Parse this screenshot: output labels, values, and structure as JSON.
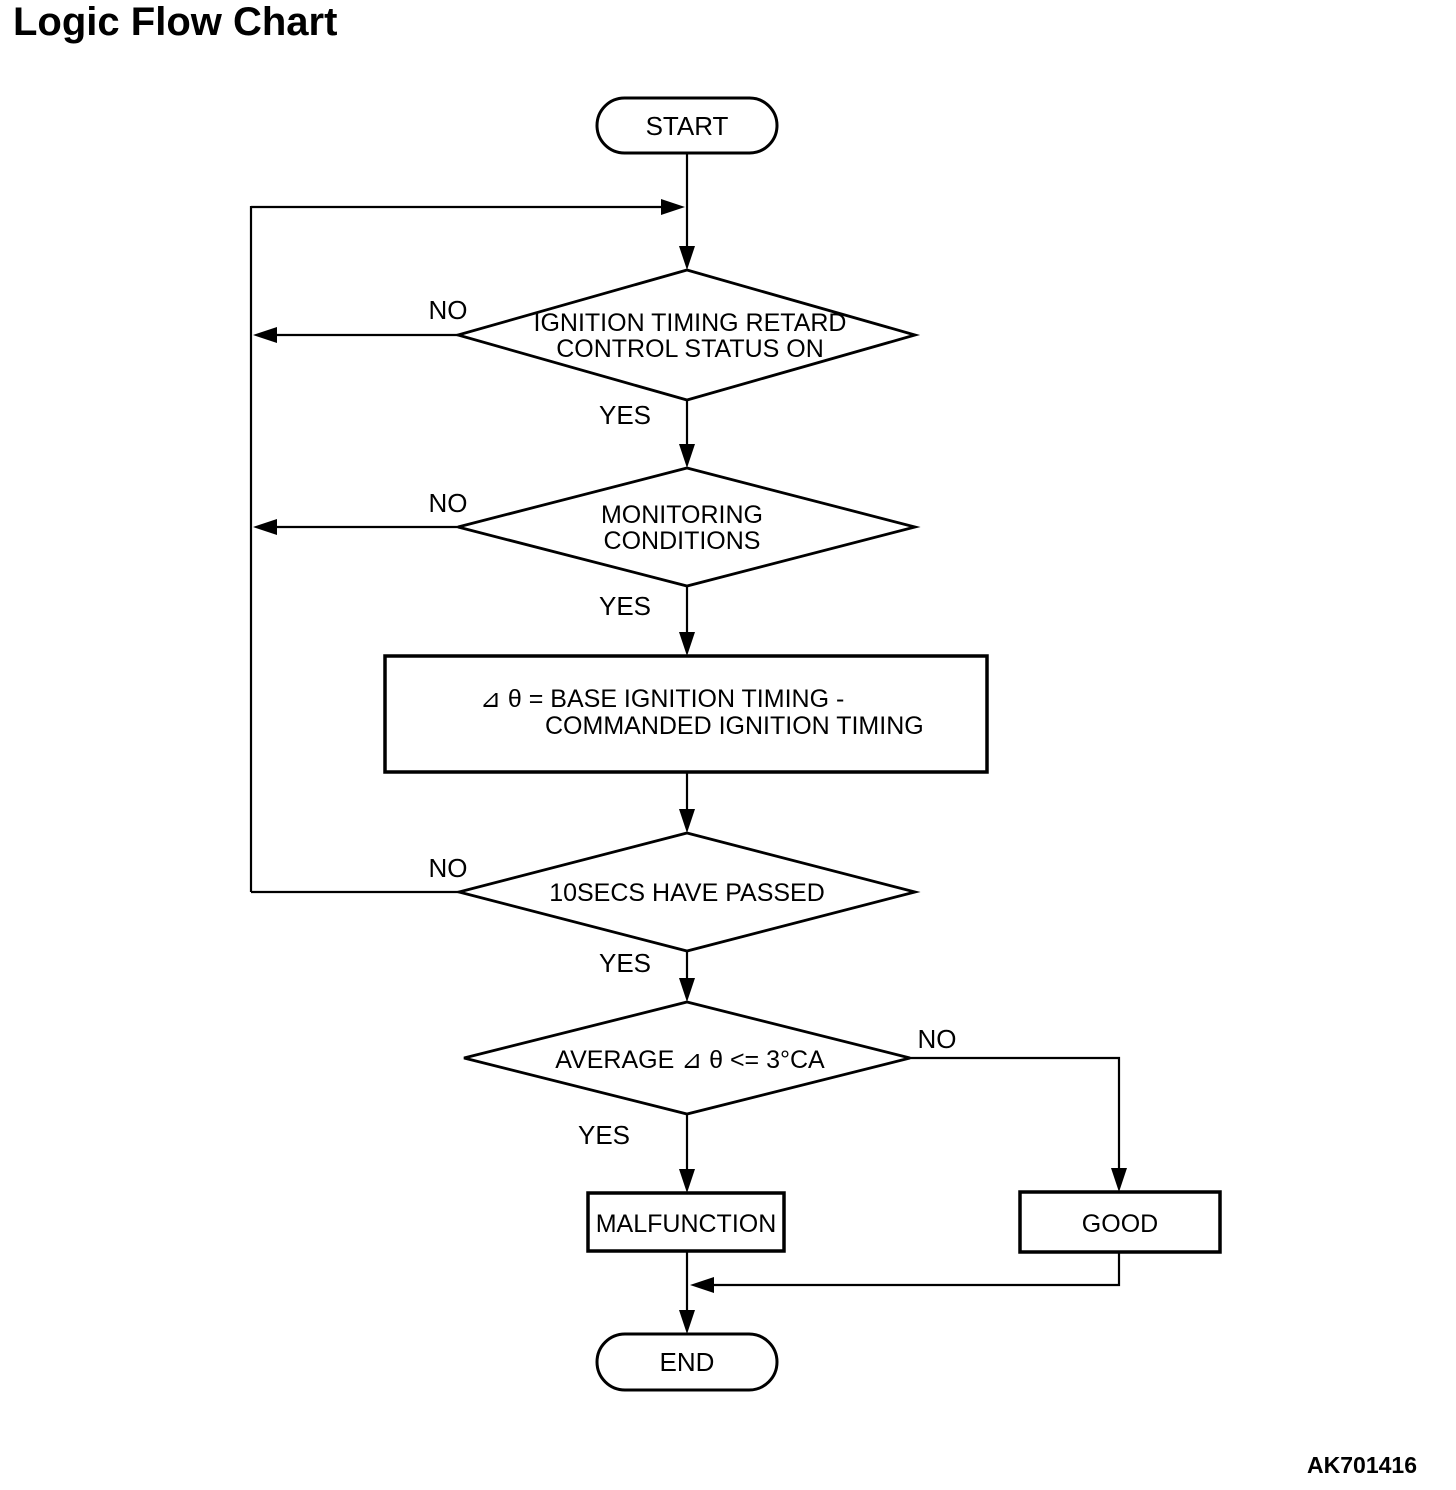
{
  "title": "Logic Flow Chart",
  "figure_code": "AK701416",
  "labels": {
    "yes": "YES",
    "no": "NO"
  },
  "nodes": {
    "start": {
      "type": "terminator",
      "label": "START"
    },
    "decision_ignition_retard": {
      "type": "decision",
      "line1": "IGNITION TIMING RETARD",
      "line2": "CONTROL STATUS ON"
    },
    "decision_monitoring": {
      "type": "decision",
      "line1": "MONITORING",
      "line2": "CONDITIONS"
    },
    "process_delta_theta": {
      "type": "process",
      "line1": "⊿ θ = BASE IGNITION TIMING -",
      "line2": "COMMANDED IGNITION TIMING"
    },
    "decision_10secs": {
      "type": "decision",
      "label": "10SECS HAVE PASSED"
    },
    "decision_average": {
      "type": "decision",
      "label": "AVERAGE ⊿ θ <= 3°CA"
    },
    "malfunction": {
      "type": "process",
      "label": "MALFUNCTION"
    },
    "good": {
      "type": "process",
      "label": "GOOD"
    },
    "end": {
      "type": "terminator",
      "label": "END"
    }
  },
  "colors": {
    "line": "#000000",
    "text": "#000000",
    "background": "#ffffff"
  }
}
